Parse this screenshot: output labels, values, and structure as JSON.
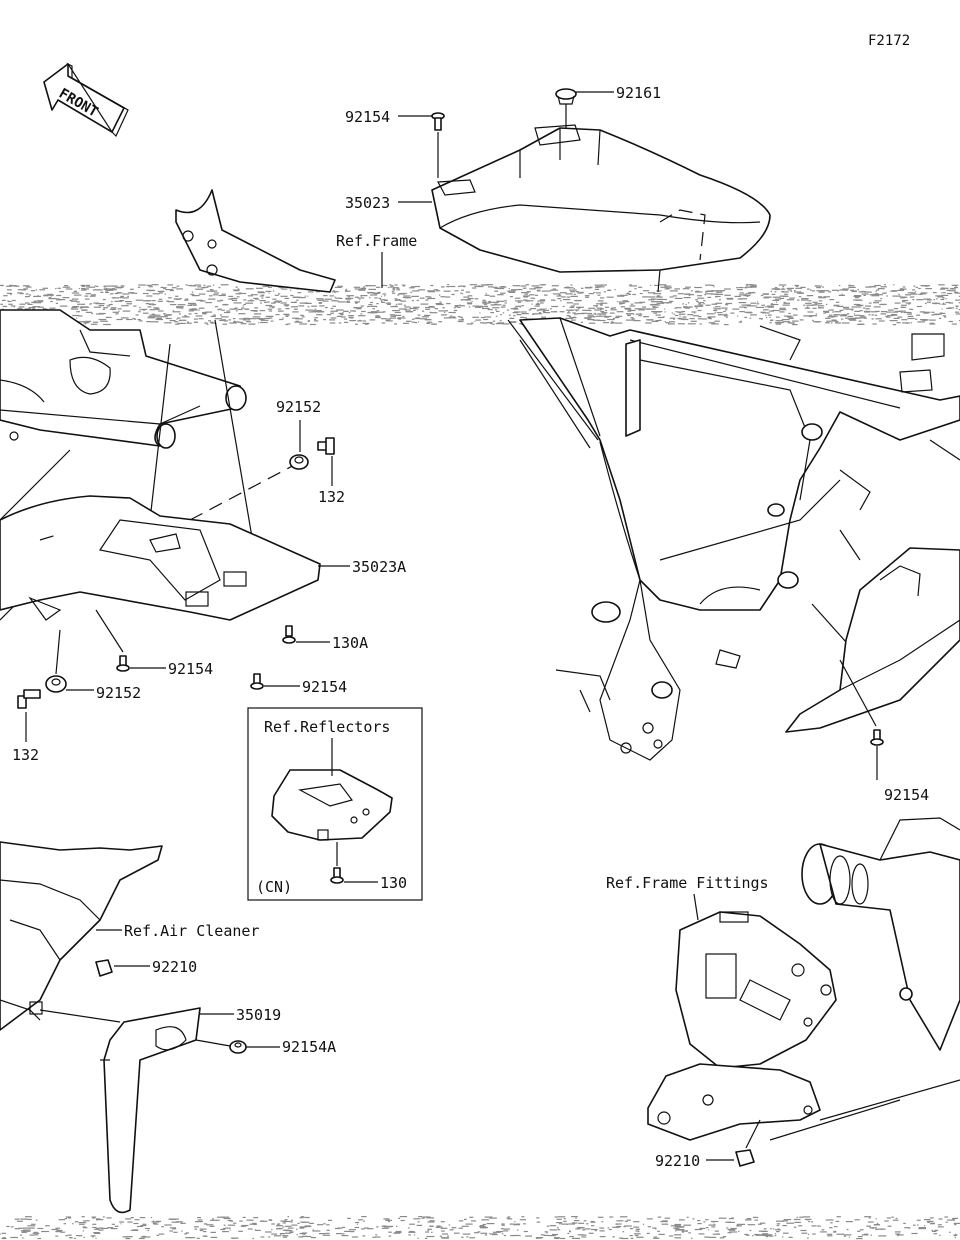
{
  "diagram_code": "F2172",
  "front_label": "FRONT",
  "part_labels": {
    "p92161": "92161",
    "p92154_top": "92154",
    "p35023": "35023",
    "ref_frame": "Ref.Frame",
    "p92152_mid": "92152",
    "p132_mid": "132",
    "p35023A": "35023A",
    "p130A": "130A",
    "p92154_mid1": "92154",
    "p92154_mid2": "92154",
    "p92152_left": "92152",
    "p132_left": "132",
    "ref_reflectors": "Ref.Reflectors",
    "p130": "130",
    "cn": "(CN)",
    "p92154_right": "92154",
    "ref_air_cleaner": "Ref.Air Cleaner",
    "p92210_left": "92210",
    "p35019": "35019",
    "p92154A": "92154A",
    "ref_frame_fittings": "Ref.Frame Fittings",
    "p92210_right": "92210"
  },
  "colors": {
    "line": "#111111",
    "background": "#ffffff",
    "break_noise": "#8a8a8a"
  }
}
